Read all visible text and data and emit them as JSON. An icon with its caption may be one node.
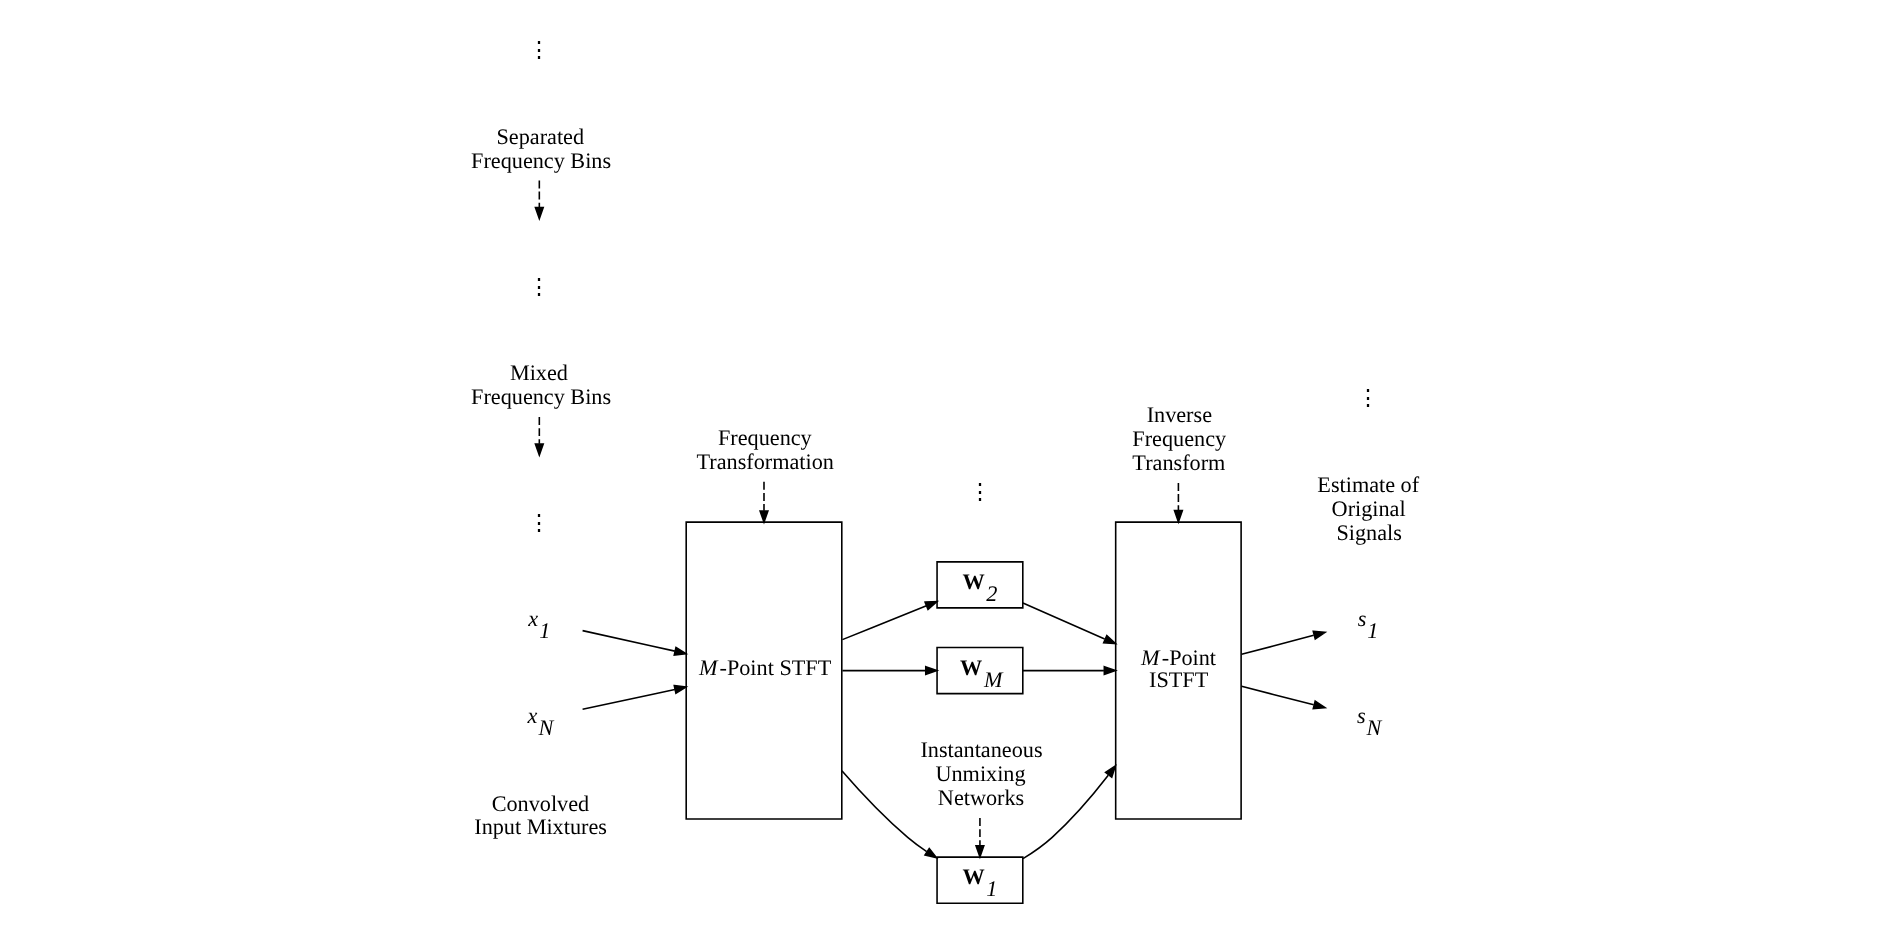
{
  "diagram": {
    "nodes": [
      {
        "text": [
          "Frequency Transformation"
        ]
      },
      {
        "text": [
          "Mixed Frequency Bins"
        ]
      },
      {
        "text": [
          "Instantaneous Unmixing Networks"
        ]
      },
      {
        "text": [
          "Separated Frequency Bins"
        ]
      },
      {
        "text": [
          "Inverse Frequency Transform"
        ]
      },
      {
        "text": [
          "*x*$_{1}$"
        ]
      },
      {
        "text": [
          "*x*$_{N}$"
        ]
      },
      {
        "text": [
          "*M*-Point STFT"
        ]
      },
      {
        "text": [
          "**W**$_{1}$"
        ]
      },
      {
        "text": [
          "**W**$_{2}$"
        ]
      },
      {
        "text": [
          "**W**$_{M}$"
        ]
      },
      {
        "text": [
          "*M*-Point ISTFT"
        ]
      },
      {
        "text": [
          "*s*$_{1}$"
        ]
      },
      {
        "text": [
          "*s*$_{N}$"
        ]
      }
    ],
    "edges": [
      {
        "from": 0,
        "to": 7,
        "arrow": "to",
        "style": "dashed"
      },
      {
        "from": 1,
        "to": null,
        "arrow": "to",
        "style": "dashed"
      },
      {
        "from": 2,
        "to": 8,
        "arrow": "to",
        "style": "dashed"
      },
      {
        "from": 3,
        "to": null,
        "arrow": "to",
        "style": "dashed"
      },
      {
        "from": 4,
        "to": 11,
        "arrow": "to",
        "style": "dashed"
      },
      {
        "from": 5,
        "to": 7,
        "arrow": "to"
      },
      {
        "from": 6,
        "to": 7,
        "arrow": "to"
      },
      {
        "from": 7,
        "to": 8,
        "arrow": "to"
      },
      {
        "from": 7,
        "to": 9,
        "arrow": "to"
      },
      {
        "from": 7,
        "to": 10,
        "arrow": "to"
      },
      {
        "from": 8,
        "to": 11,
        "arrow": "to"
      },
      {
        "from": 9,
        "to": 11,
        "arrow": "to"
      },
      {
        "from": 10,
        "to": 11,
        "arrow": "to"
      },
      {
        "from": 11,
        "to": 12,
        "arrow": "to"
      },
      {
        "from": 11,
        "to": 13,
        "arrow": "to"
      }
    ],
    "labels": [
      "Convolved Input Mixtures",
      "Estimate of Original Signals",
      "⋮",
      "⋮",
      "⋮",
      "⋮",
      "⋮"
    ]
  }
}
